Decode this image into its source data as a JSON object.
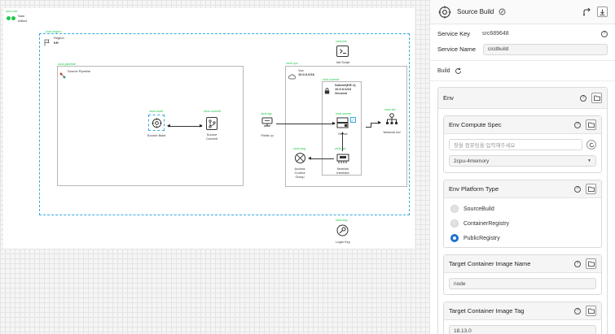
{
  "canvas": {
    "legend": {
      "tag": "sour-ver",
      "label1": "Sam",
      "label2": "edited"
    },
    "region": {
      "tag": "cicd-region",
      "name": "Region",
      "value": "KR"
    },
    "pipeline": {
      "tag": "cicd-pipeline",
      "name": "Source Pipeline"
    },
    "source_build": {
      "tag": "cicd-build",
      "name": "Source Build"
    },
    "source_commit": {
      "tag": "cicd-commit",
      "name1": "Source",
      "name2": "Commit"
    },
    "vpc": {
      "tag": "cicd-vpc",
      "name": "Vpc",
      "cidr": "10.0.0.0/16"
    },
    "public_ip": {
      "tag": "cicd-pip",
      "name": "Public Ip"
    },
    "subnet": {
      "tag": "cicd-subnet",
      "name": "Subnet(KR-1)",
      "cidr": "10.0.0.0/24",
      "type": "General"
    },
    "server": {
      "tag": "cicd-server",
      "name": "Server"
    },
    "nic": {
      "tag": "cicd-nic",
      "name1": "Network",
      "name2": "Interface"
    },
    "acg": {
      "tag": "cicd-acg",
      "name1": "Access",
      "name2": "Control",
      "name3": "Group"
    },
    "network_acl": {
      "tag": "cicd-acl",
      "name": "Network Acl"
    },
    "init_script": {
      "tag": "cicd-init",
      "name": "Init Script"
    },
    "login_key": {
      "tag": "cicd-key",
      "name": "Login Key"
    }
  },
  "panel": {
    "title": "Source Build",
    "service_key_label": "Service Key",
    "service_key_value": "src689648",
    "service_name_label": "Service Name",
    "service_name_value": "cicdbuild",
    "build_label": "Build",
    "env_label": "Env",
    "compute_spec": {
      "title": "Env Compute Spec",
      "search_placeholder": "찾을 컴퓨팅을 입력해주세요",
      "selected": "2cpu-4memory"
    },
    "platform_type": {
      "title": "Env Platform Type",
      "options": [
        "SourceBuild",
        "ContainerRegistry",
        "PublicRegistry"
      ],
      "selected": "PublicRegistry"
    },
    "image_name": {
      "title": "Target Container Image Name",
      "value": "node"
    },
    "image_tag": {
      "title": "Target Container Image Tag",
      "value": "18.13.0"
    }
  },
  "colors": {
    "tag_green": "#1ec84a",
    "region_border": "#36a9e1",
    "radio_accent": "#1f6fd1"
  }
}
